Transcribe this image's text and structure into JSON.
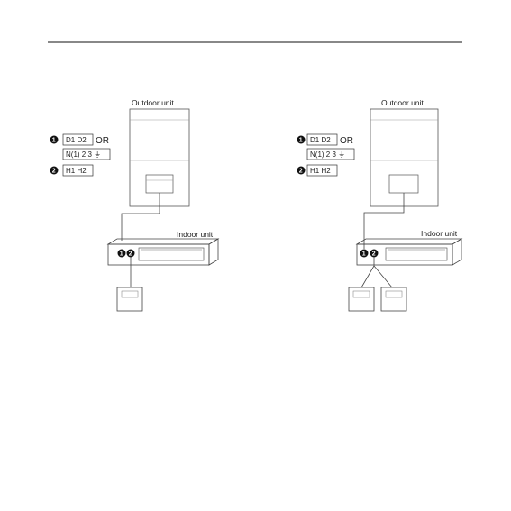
{
  "diagrams": [
    {
      "outdoor_label": "Outdoor unit",
      "indoor_label": "Indoor unit",
      "terminal_1": "D1 D2",
      "or_text": "OR",
      "terminal_1_alt": "N(1) 2 3 ⏚",
      "terminal_2": "H1 H2",
      "badge_1": "1",
      "badge_2": "2",
      "controller_count": 1
    },
    {
      "outdoor_label": "Outdoor unit",
      "indoor_label": "Indoor unit",
      "terminal_1": "D1 D2",
      "or_text": "OR",
      "terminal_1_alt": "N(1) 2 3 ⏚",
      "terminal_2": "H1 H2",
      "badge_1": "1",
      "badge_2": "2",
      "controller_count": 2
    }
  ]
}
